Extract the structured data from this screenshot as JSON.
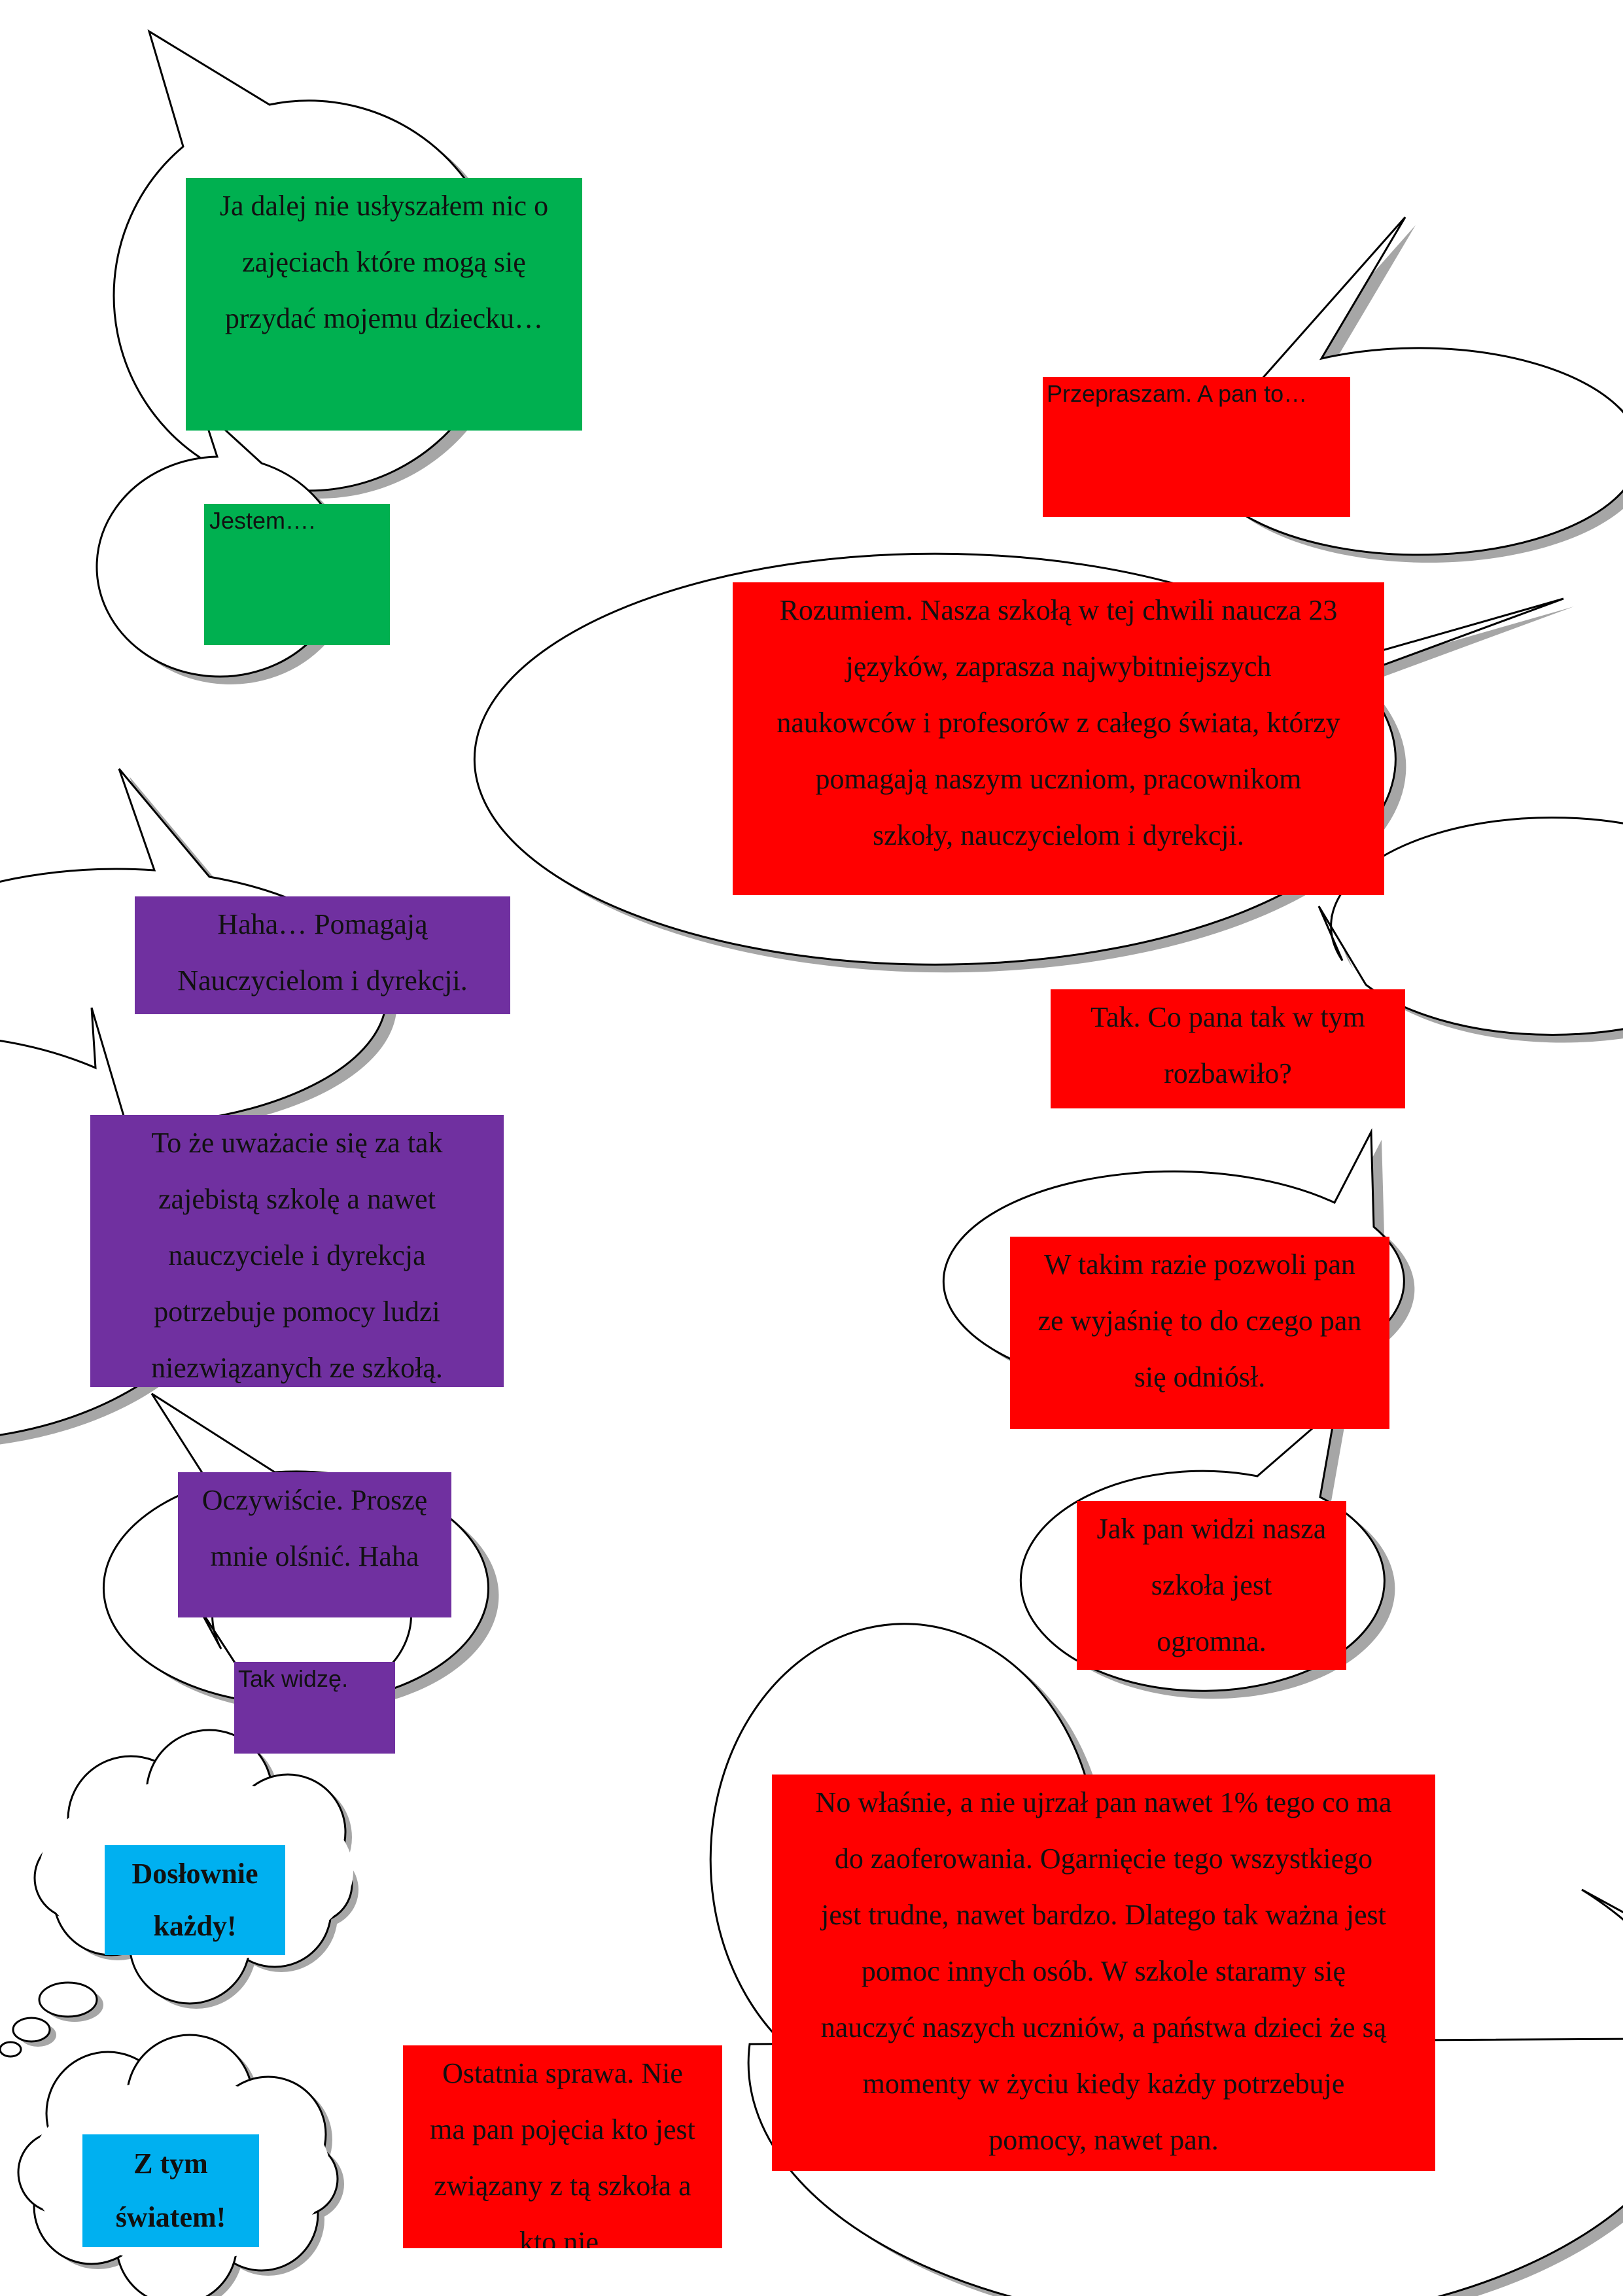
{
  "colors": {
    "green": "#00b050",
    "red": "#ff0000",
    "purple": "#7030a0",
    "cyan": "#00b0f0",
    "bubble_fill": "#ffffff",
    "bubble_outline": "#000000",
    "shadow": "#a6a6a6"
  },
  "dialogue": {
    "green_1": [
      "Ja dalej nie usłyszałem nic o",
      "zajęciach które mogą się",
      "przydać mojemu dziecku…"
    ],
    "green_2": [
      "Jestem…."
    ],
    "red_1": [
      "Przepraszam. A pan to…"
    ],
    "red_2": [
      "Rozumiem. Nasza szkołą w tej chwili naucza 23",
      "języków, zaprasza najwybitniejszych",
      "naukowców i profesorów z całego świata, którzy",
      "pomagają naszym uczniom, pracownikom",
      "szkoły, nauczycielom i dyrekcji."
    ],
    "purple_1": [
      "Haha… Pomagają",
      "Nauczycielom i dyrekcji."
    ],
    "red_3": [
      "Tak. Co pana tak w tym",
      "rozbawiło?"
    ],
    "purple_2": [
      "To że uważacie się za tak",
      "zajebistą szkolę a nawet",
      "nauczyciele i dyrekcja",
      "potrzebuje pomocy ludzi",
      "niezwiązanych ze szkołą."
    ],
    "red_4": [
      "W takim razie pozwoli pan",
      "ze wyjaśnię to do czego pan",
      "się odniósł."
    ],
    "purple_3": [
      "Oczywiście. Proszę",
      "mnie olśnić. Haha"
    ],
    "red_5": [
      "Jak pan widzi nasza",
      "szkoła jest",
      "ogromna."
    ],
    "purple_4": [
      "Tak widzę."
    ],
    "red_6": [
      "No właśnie, a nie ujrzał pan nawet 1% tego co ma",
      "do zaoferowania. Ogarnięcie tego wszystkiego",
      "jest trudne, nawet bardzo. Dlatego tak ważna jest",
      "pomoc innych osób. W szkole staramy się",
      "nauczyć naszych uczniów, a państwa dzieci że są",
      "momenty w życiu kiedy każdy potrzebuje",
      "pomocy, nawet pan."
    ],
    "red_7": [
      "Ostatnia sprawa. Nie",
      "ma pan pojęcia kto jest",
      "związany z tą szkoła a",
      "kto nie."
    ],
    "cyan_1": [
      "Dosłownie",
      "każdy!"
    ],
    "cyan_2": [
      "Z tym",
      "światem!"
    ]
  }
}
